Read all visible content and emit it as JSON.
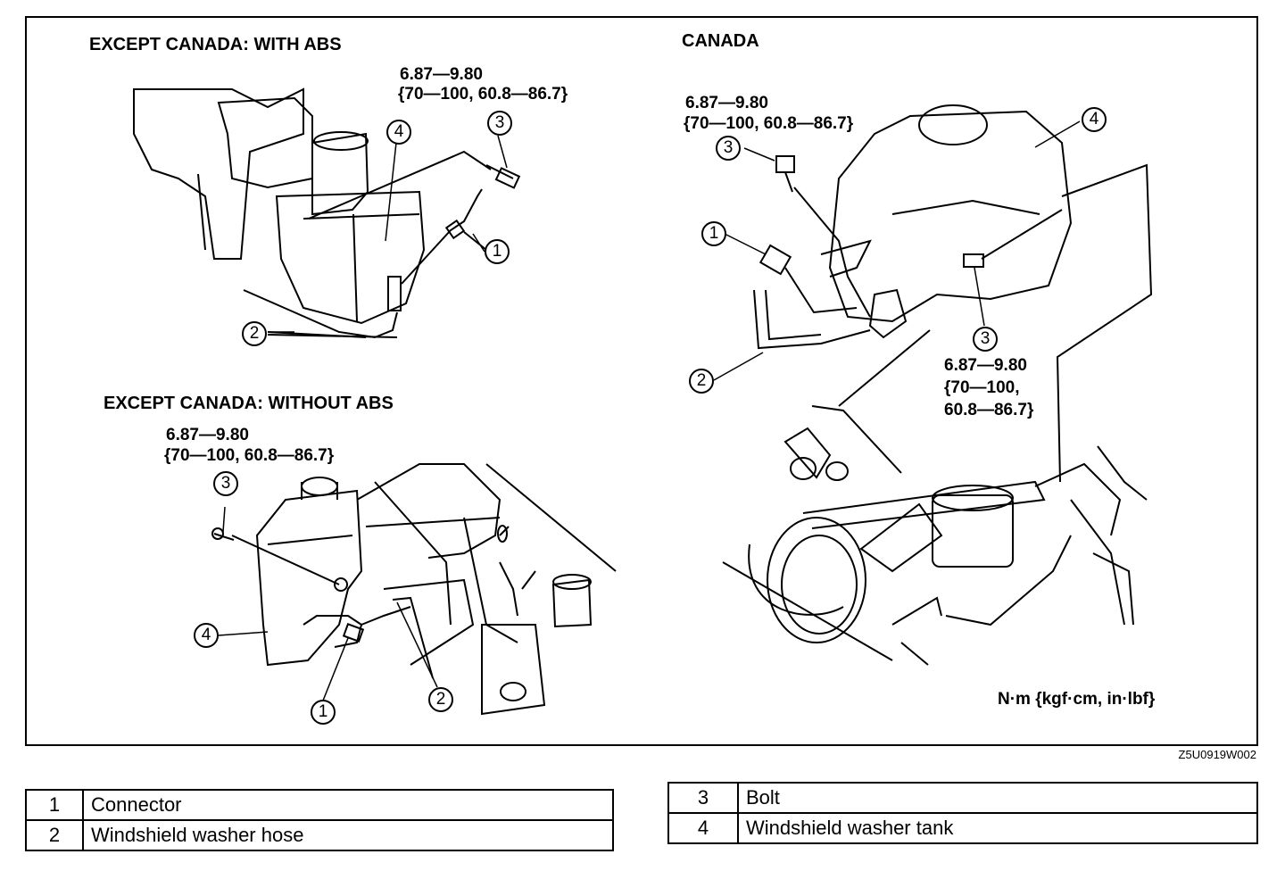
{
  "sections": {
    "with_abs": {
      "title": "EXCEPT CANADA: WITH ABS",
      "torque_line1": "6.87—9.80",
      "torque_line2": "{70—100, 60.8—86.7}"
    },
    "canada": {
      "title": "CANADA",
      "torque_a_line1": "6.87—9.80",
      "torque_a_line2": "{70—100, 60.8—86.7}",
      "torque_b_line1": "6.87—9.80",
      "torque_b_line2": "{70—100,",
      "torque_b_line3": "60.8—86.7}"
    },
    "without_abs": {
      "title": "EXCEPT CANADA: WITHOUT ABS",
      "torque_line1": "6.87—9.80",
      "torque_line2": "{70—100, 60.8—86.7}"
    }
  },
  "callouts": {
    "c1": "1",
    "c2": "2",
    "c3": "3",
    "c4": "4"
  },
  "units": "N·m {kgf·cm, in·lbf}",
  "figure_code": "Z5U0919W002",
  "legend_left": [
    {
      "num": "1",
      "label": "Connector"
    },
    {
      "num": "2",
      "label": "Windshield washer hose"
    }
  ],
  "legend_right": [
    {
      "num": "3",
      "label": "Bolt"
    },
    {
      "num": "4",
      "label": "Windshield washer tank"
    }
  ]
}
